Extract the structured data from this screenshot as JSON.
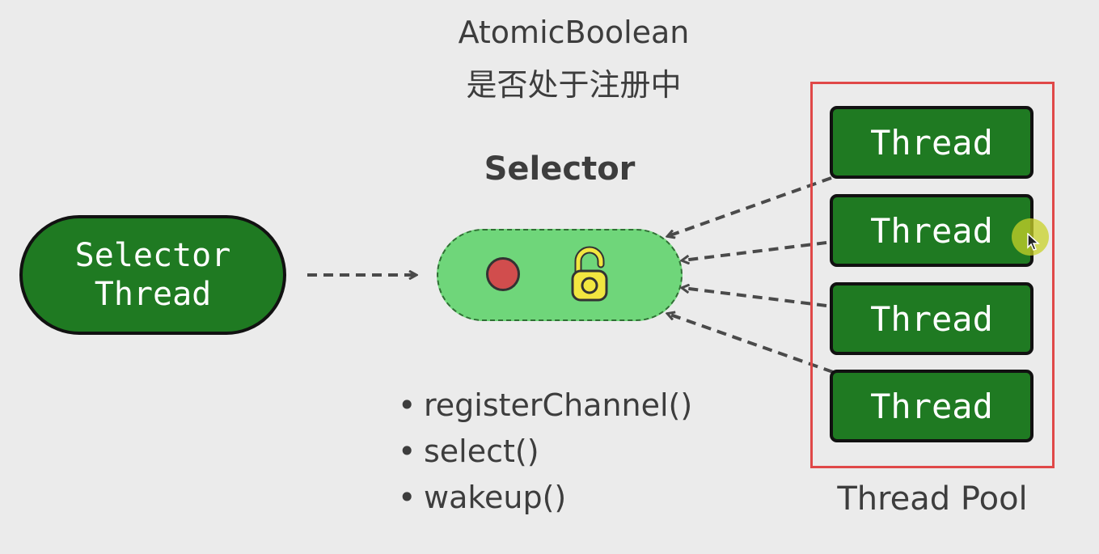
{
  "title": {
    "line1": "AtomicBoolean",
    "line2": "是否处于注册中"
  },
  "selector": {
    "label": "Selector",
    "dot_color": "#d14d4d",
    "lock_icon": "lock-icon",
    "fill_color": "#6fd67a"
  },
  "selector_thread": {
    "line1": "Selector",
    "line2": "Thread"
  },
  "methods": [
    "registerChannel()",
    "select()",
    "wakeup()"
  ],
  "bullet": "•",
  "thread_pool": {
    "label": "Thread Pool",
    "border_color": "#e04848",
    "threads": [
      "Thread",
      "Thread",
      "Thread",
      "Thread"
    ]
  },
  "colors": {
    "thread_fill": "#1f7a22",
    "background": "#ebebeb",
    "arrow": "#4a4a4a"
  }
}
